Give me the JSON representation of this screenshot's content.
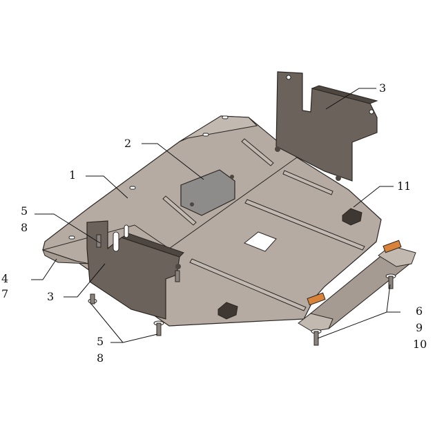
{
  "colors": {
    "plate": "#b5aba3",
    "plate_light": "#c2b9b1",
    "plate_dark": "#a59b93",
    "bracket": "#6b625c",
    "bracket_dark": "#4e4640",
    "outline": "#2b2622",
    "window": "#8e8c8a",
    "pad": "#d9823a",
    "hole": "#ffffff"
  },
  "callouts": {
    "main_plate": "1",
    "access_cover": "2",
    "bracket_upper": "3",
    "bracket_lower": "3",
    "bumper_mount": "11",
    "bolt_left_a": "5",
    "bolt_left_b": "8",
    "side_a": "4",
    "side_b": "7",
    "bolt_bottom_a": "5",
    "bolt_bottom_b": "8",
    "bolt_right_a": "6",
    "bolt_right_b": "9",
    "bolt_right_c": "10"
  }
}
